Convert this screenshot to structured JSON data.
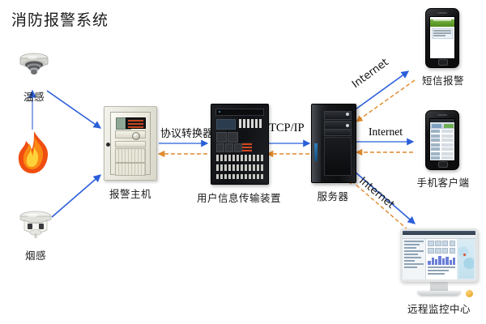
{
  "page": {
    "title": "消防报警系统",
    "background": "#ffffff",
    "accent_blue": "#2b5fd9",
    "accent_orange": "#e08a2e",
    "flame_color": "#f05a14"
  },
  "nodes": {
    "heat_detector": {
      "label": "温感",
      "icon": "heat-detector-icon"
    },
    "smoke_detector": {
      "label": "烟感",
      "icon": "smoke-detector-icon"
    },
    "fire": {
      "label": "",
      "icon": "flame-icon"
    },
    "alarm_host": {
      "label": "报警主机",
      "icon": "alarm-control-cabinet-icon"
    },
    "transmission_device": {
      "label": "用户信息传输装置",
      "icon": "transmission-device-icon"
    },
    "server": {
      "label": "服务器",
      "icon": "server-tower-icon"
    },
    "sms_alarm": {
      "label": "短信报警",
      "icon": "smartphone-sms-icon"
    },
    "mobile_client": {
      "label": "手机客户端",
      "icon": "smartphone-app-icon"
    },
    "monitoring_center": {
      "label": "远程监控中心",
      "icon": "desktop-monitor-icon"
    }
  },
  "links": {
    "protocol_converter": "协议转换器",
    "tcp_ip": "TCP/IP",
    "internet_sms": "Internet",
    "internet_mobile": "Internet",
    "internet_monitor": "Internet"
  }
}
